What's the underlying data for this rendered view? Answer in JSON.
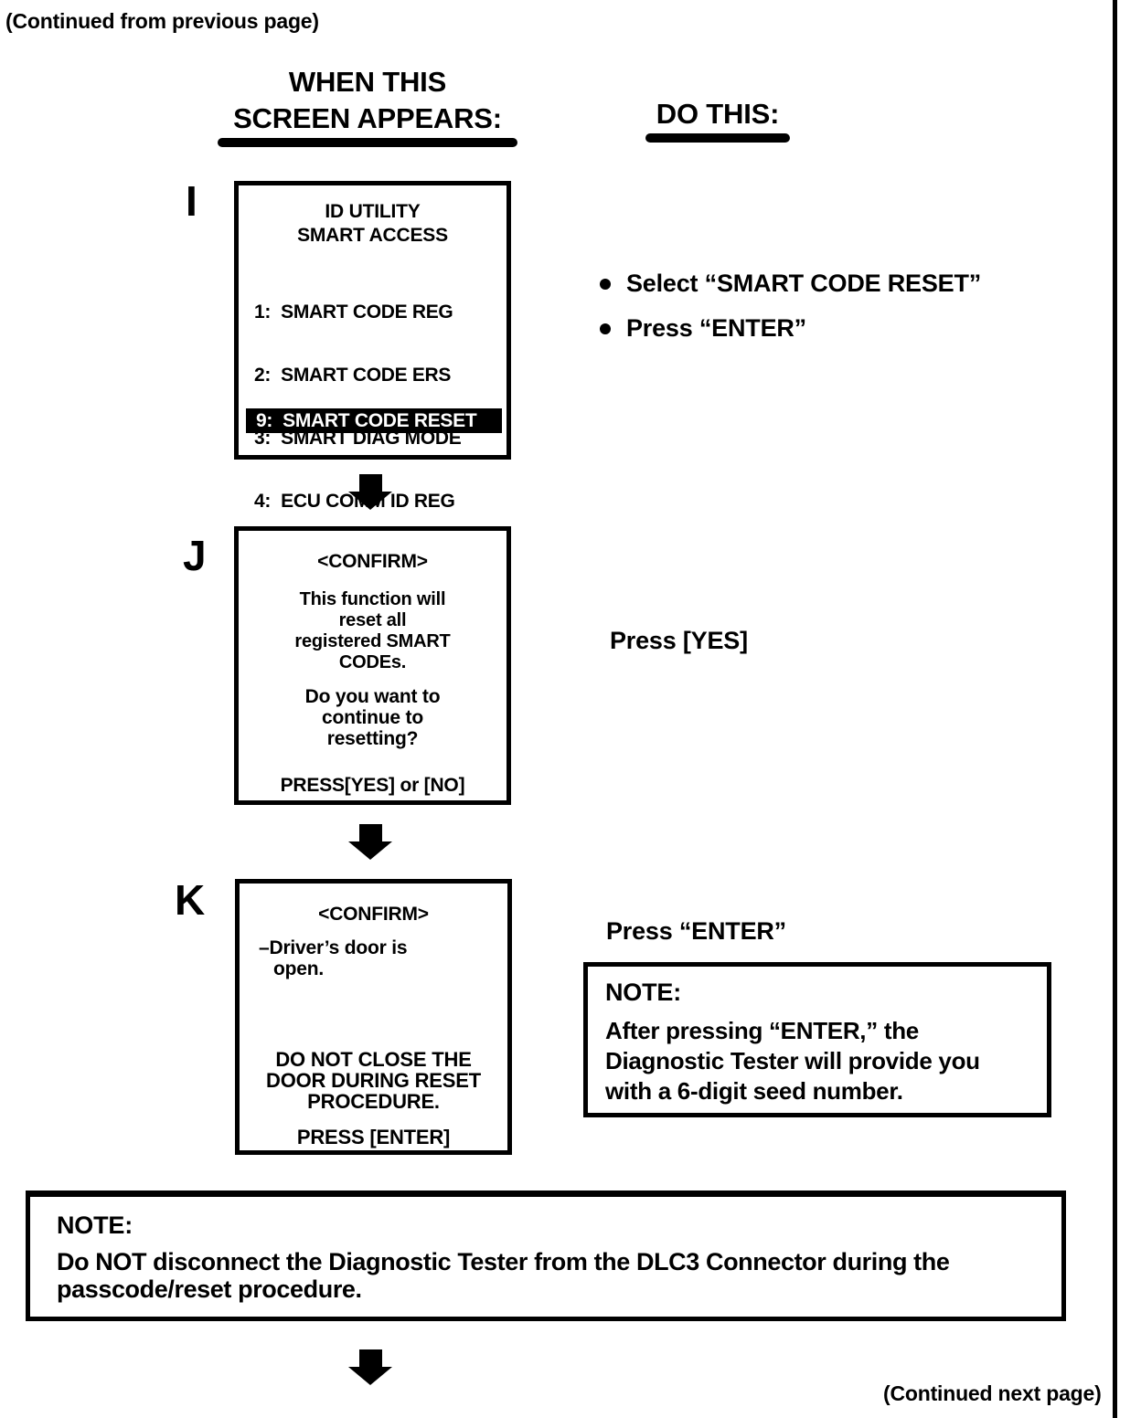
{
  "page": {
    "continued_from": "(Continued from previous page)",
    "continued_next": "(Continued next page)"
  },
  "column_headers": {
    "left_line1": "WHEN THIS",
    "left_line2": "SCREEN APPEARS:",
    "right": "DO THIS:"
  },
  "steps": {
    "i": {
      "label": "I",
      "screen": {
        "title1": "ID UTILITY",
        "title2": "SMART ACCESS",
        "menu": [
          "1:  SMART CODE REG",
          "2:  SMART CODE ERS",
          "3:  SMART DIAG MODE",
          "4:  ECU COMM ID REG"
        ],
        "highlighted": "9:  SMART CODE RESET"
      },
      "bullets": [
        "Select “SMART CODE RESET”",
        "Press “ENTER”"
      ]
    },
    "j": {
      "label": "J",
      "screen": {
        "confirm": "<CONFIRM>",
        "para1": [
          "This function will",
          "reset all",
          "registered SMART",
          "CODEs."
        ],
        "para2": [
          "Do you want to",
          "continue to",
          "resetting?"
        ],
        "footer": "PRESS[YES] or [NO]"
      },
      "instruction": "Press [YES]"
    },
    "k": {
      "label": "K",
      "screen": {
        "confirm": "<CONFIRM>",
        "door_line1": "–Driver’s door is",
        "door_line2": "open.",
        "warning": [
          "DO NOT CLOSE THE",
          "DOOR DURING RESET",
          "PROCEDURE."
        ],
        "footer": "PRESS [ENTER]"
      },
      "instruction": "Press “ENTER”",
      "note": {
        "title": "NOTE:",
        "lines": [
          "After pressing “ENTER,” the",
          "Diagnostic Tester will provide you",
          "with a 6-digit seed number."
        ]
      }
    }
  },
  "bottom_note": {
    "title": "NOTE:",
    "lines": [
      "Do NOT disconnect the Diagnostic Tester from the DLC3 Connector during the",
      "passcode/reset procedure."
    ]
  },
  "colors": {
    "ink": "#000000",
    "paper": "#ffffff",
    "highlight_bg": "#000000",
    "highlight_text": "#ffffff"
  }
}
